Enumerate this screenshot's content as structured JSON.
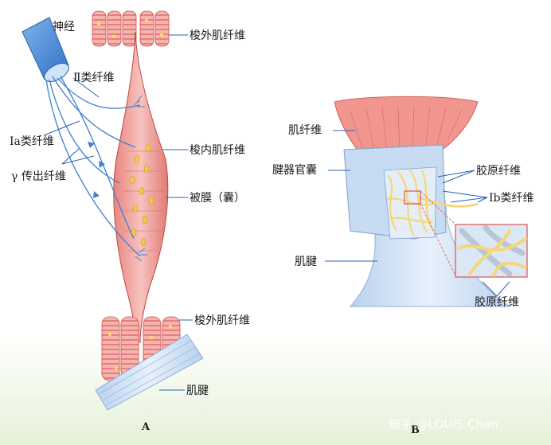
{
  "panel_a": {
    "caption": "A",
    "labels": {
      "nerve": "神经",
      "type_ii_fiber": "Ⅱ类纤维",
      "type_ia_fiber": "Ⅰa类纤维",
      "gamma_efferent": "γ 传出纤维",
      "extrafusal_top": "梭外肌纤维",
      "intrafusal": "梭内肌纤维",
      "capsule": "被膜（囊）",
      "extrafusal_bottom": "梭外肌纤维",
      "tendon": "肌腱"
    }
  },
  "panel_b": {
    "caption": "B",
    "labels": {
      "muscle_fiber": "肌纤维",
      "golgi_capsule": "腱器官囊",
      "collagen_top": "胶原纤维",
      "type_ib_fiber": "Ⅰb类纤维",
      "tendon": "肌腱",
      "collagen_bottom": "胶原纤维"
    }
  },
  "watermark": "知乎 @LOUIS.Chan",
  "colors": {
    "muscle": "#f2a7a3",
    "muscle_dark": "#d9534f",
    "tendon": "#cfe0f2",
    "nerve": "#3f7fd1",
    "lead_line": "#2a63b3",
    "collagen": "#f5d77a"
  }
}
